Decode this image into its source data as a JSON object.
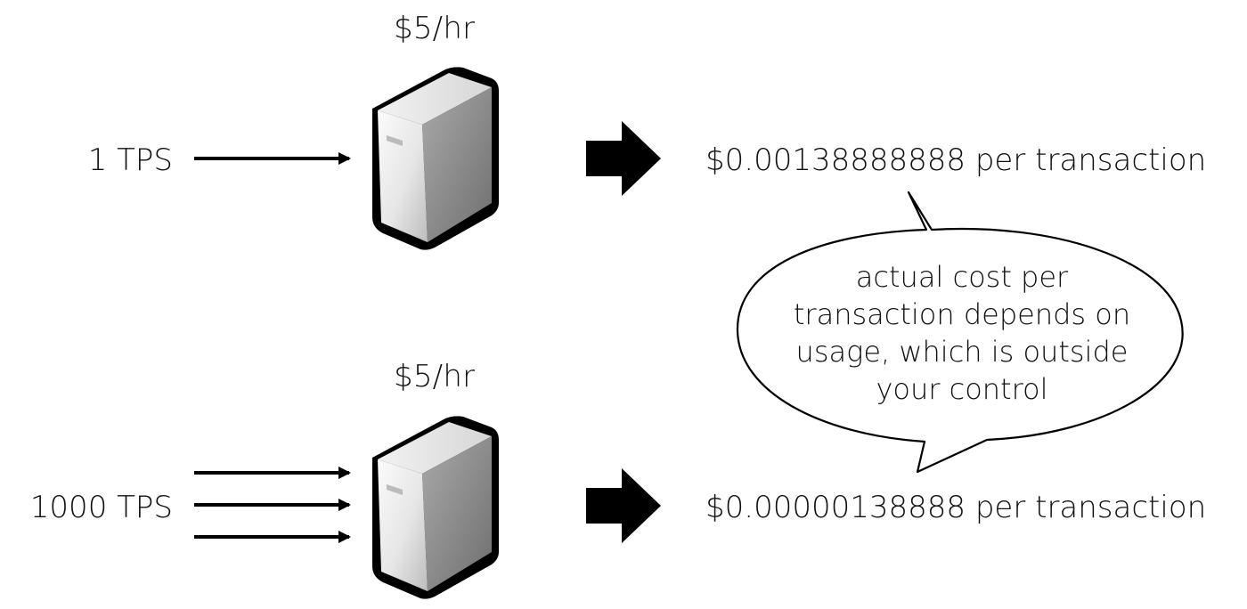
{
  "top_row": {
    "price": "$5/hr",
    "tps": "1 TPS",
    "cost": "$0.00138888888 per transaction"
  },
  "bottom_row": {
    "price": "$5/hr",
    "tps": "1000 TPS",
    "cost": "$0.00000138888 per transaction"
  },
  "speech_bubble": {
    "lines": [
      "actual cost per",
      "transaction depends on",
      "usage, which is outside",
      "your control"
    ]
  }
}
